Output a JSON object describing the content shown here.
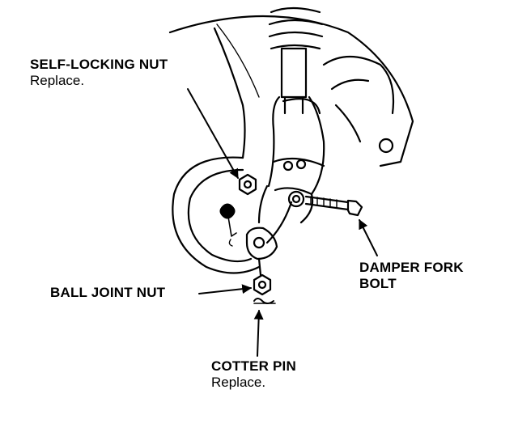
{
  "labels": {
    "self_locking_nut": {
      "title": "SELF-LOCKING NUT",
      "note": "Replace."
    },
    "damper_fork_bolt": {
      "line1": "DAMPER FORK",
      "line2": "BOLT"
    },
    "ball_joint_nut": {
      "title": "BALL JOINT NUT"
    },
    "cotter_pin": {
      "title": "COTTER PIN",
      "note": "Replace."
    }
  },
  "colors": {
    "ink": "#000000",
    "paper": "#ffffff"
  }
}
